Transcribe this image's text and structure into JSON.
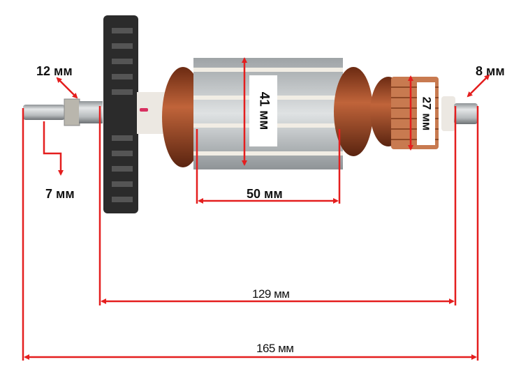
{
  "subject": "electric motor armature (rotor)",
  "colors": {
    "annotation": "#e41e1e",
    "text": "#111111",
    "copper": "#b5532a",
    "steel": "#c9ccce",
    "fan": "#2a2a2a"
  },
  "dimensions": {
    "shaft_collar_diameter": "12 мм",
    "shaft_end_diameter": "7 мм",
    "core_diameter": "41 мм",
    "core_length": "50 мм",
    "commutator_diameter": "27 мм",
    "rear_shaft_diameter": "8 мм",
    "bearing_span_length": "129 мм",
    "overall_length": "165 мм"
  }
}
